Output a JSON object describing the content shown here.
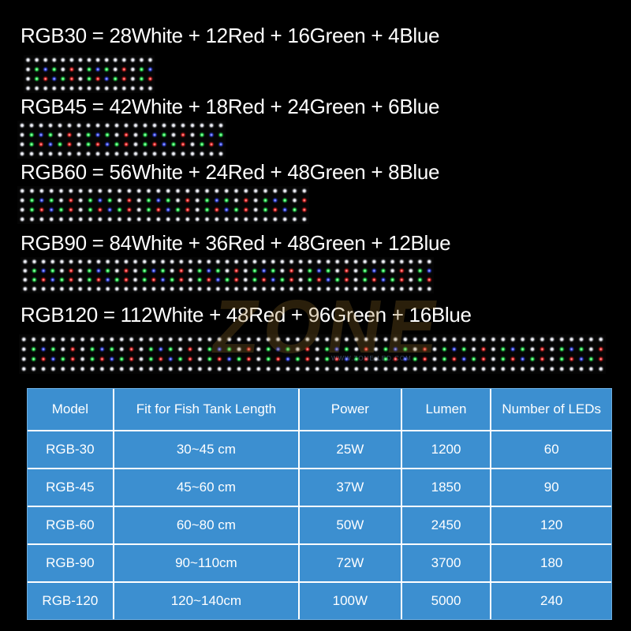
{
  "configurations": [
    {
      "formula": "RGB30 = 28White + 12Red + 16Green + 4Blue",
      "rows": 4,
      "cols": 15
    },
    {
      "formula": "RGB45 = 42White + 18Red + 24Green + 6Blue",
      "rows": 4,
      "cols": 22
    },
    {
      "formula": "RGB60 = 56White + 24Red + 48Green + 8Blue",
      "rows": 4,
      "cols": 30
    },
    {
      "formula": "RGB90 = 84White + 36Red + 48Green + 12Blue",
      "rows": 4,
      "cols": 45
    },
    {
      "formula": "RGB120 = 112White + 48Red + 96Green + 16Blue",
      "rows": 4,
      "cols": 60
    }
  ],
  "led_colors": {
    "white": "#f4f6ff",
    "red": "#ff2a2a",
    "green": "#2cff5a",
    "blue": "#3a4dff"
  },
  "watermark": {
    "text": "ZONE",
    "sub": "WWW.ZONE-LED.COM"
  },
  "table": {
    "headers": [
      "Model",
      "Fit for Fish Tank Length",
      "Power",
      "Lumen",
      "Number of LEDs"
    ],
    "rows": [
      [
        "RGB-30",
        "30~45 cm",
        "25W",
        "1200",
        "60"
      ],
      [
        "RGB-45",
        "45~60 cm",
        "37W",
        "1850",
        "90"
      ],
      [
        "RGB-60",
        "60~80 cm",
        "50W",
        "2450",
        "120"
      ],
      [
        "RGB-90",
        "90~110cm",
        "72W",
        "3700",
        "180"
      ],
      [
        "RGB-120",
        "120~140cm",
        "100W",
        "5000",
        "240"
      ]
    ],
    "colors": {
      "cell_bg": "#3c8fd0",
      "border": "#ffffff",
      "text": "#ffffff"
    }
  }
}
